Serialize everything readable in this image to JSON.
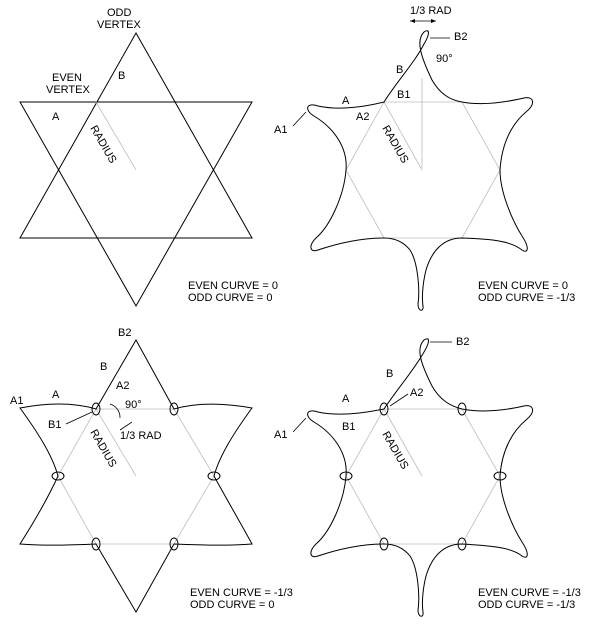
{
  "panels": {
    "top_left": {
      "odd_vertex": [
        "ODD",
        "VERTEX"
      ],
      "even_vertex": [
        "EVEN",
        "VERTEX"
      ],
      "label_a": "A",
      "label_b": "B",
      "radius": "RADIUS",
      "caption": [
        "EVEN CURVE = 0",
        "ODD CURVE = 0"
      ]
    },
    "top_right": {
      "third_rad": "1/3 RAD",
      "b2": "B2",
      "angle": "90°",
      "label_b": "B",
      "label_a": "A",
      "b1": "B1",
      "a1": "A1",
      "a2": "A2",
      "radius": "RADIUS",
      "caption": [
        "EVEN CURVE = 0",
        "ODD CURVE = -1/3"
      ]
    },
    "bottom_left": {
      "b2": "B2",
      "label_b": "B",
      "label_a": "A",
      "a1": "A1",
      "a2": "A2",
      "angle": "90°",
      "b1": "B1",
      "third_rad": "1/3 RAD",
      "radius": "RADIUS",
      "caption": [
        "EVEN CURVE = -1/3",
        "ODD CURVE = 0"
      ]
    },
    "bottom_right": {
      "b2": "B2",
      "label_b": "B",
      "label_a": "A",
      "a2": "A2",
      "a1": "A1",
      "b1": "B1",
      "radius": "RADIUS",
      "caption": [
        "EVEN CURVE = -1/3",
        "ODD CURVE = -1/3"
      ]
    }
  }
}
